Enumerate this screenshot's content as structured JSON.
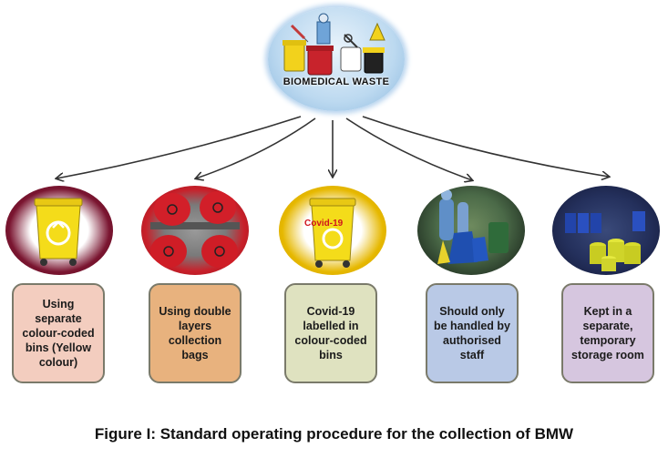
{
  "center": {
    "label": "BIOMEDICAL WASTE",
    "icon": "waste-bins-collage-icon"
  },
  "steps": [
    {
      "text": "Using separate colour-coded bins (Yellow colour)",
      "icon": "yellow-bin-icon",
      "color": "#f3cdbf"
    },
    {
      "text": "Using double layers collection bags",
      "icon": "red-bags-icon",
      "color": "#e8b27e"
    },
    {
      "text": "Covid-19 labelled in colour-coded bins",
      "badge": "Covid-19",
      "icon": "covid-yellow-bin-icon",
      "color": "#dfe2c0"
    },
    {
      "text": "Should only be handled by authorised staff",
      "icon": "staff-handling-bags-icon",
      "color": "#b9c9e6"
    },
    {
      "text": "Kept in a separate, temporary storage room",
      "icon": "storage-room-bins-icon",
      "color": "#d6c6df"
    }
  ],
  "caption": "Figure I: Standard operating procedure for the collection of BMW"
}
